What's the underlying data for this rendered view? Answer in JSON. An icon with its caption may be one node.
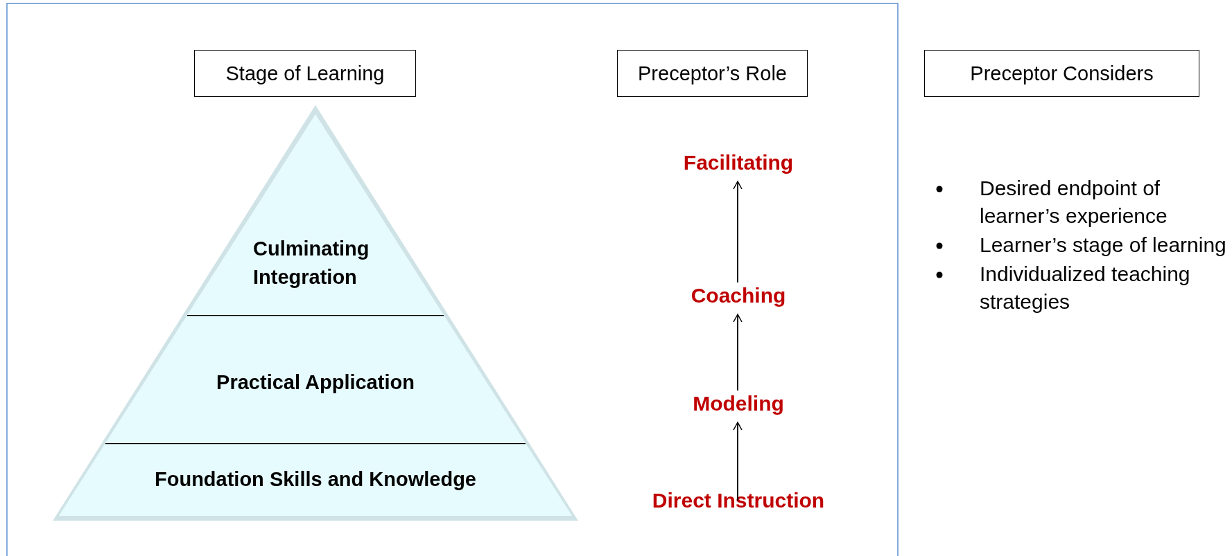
{
  "diagram": {
    "nodes": [
      {
        "text": [
          "Stage of Learning"
        ]
      },
      {
        "text": [
          "Preceptor’s Role"
        ]
      },
      {
        "text": [
          "Preceptor Considers"
        ]
      },
      {
        "text": [
          "Culminating Integration"
        ]
      },
      {
        "text": [
          "Practical Application"
        ]
      },
      {
        "text": [
          "Foundation Skills and Knowledge"
        ]
      },
      {
        "text": [
          "Facilitating"
        ]
      },
      {
        "text": [
          "Coaching"
        ]
      },
      {
        "text": [
          "Modeling"
        ]
      },
      {
        "text": [
          "Direct Instruction"
        ]
      }
    ],
    "edges": [
      {
        "from": 9,
        "to": 8,
        "arrow": "to"
      },
      {
        "from": 8,
        "to": 7,
        "arrow": "to"
      },
      {
        "from": 7,
        "to": 6,
        "arrow": "to"
      }
    ],
    "labels": [
      "Desired endpoint of learner’s experience",
      "Learner’s stage of learning",
      "Individualized teaching strategies"
    ]
  }
}
